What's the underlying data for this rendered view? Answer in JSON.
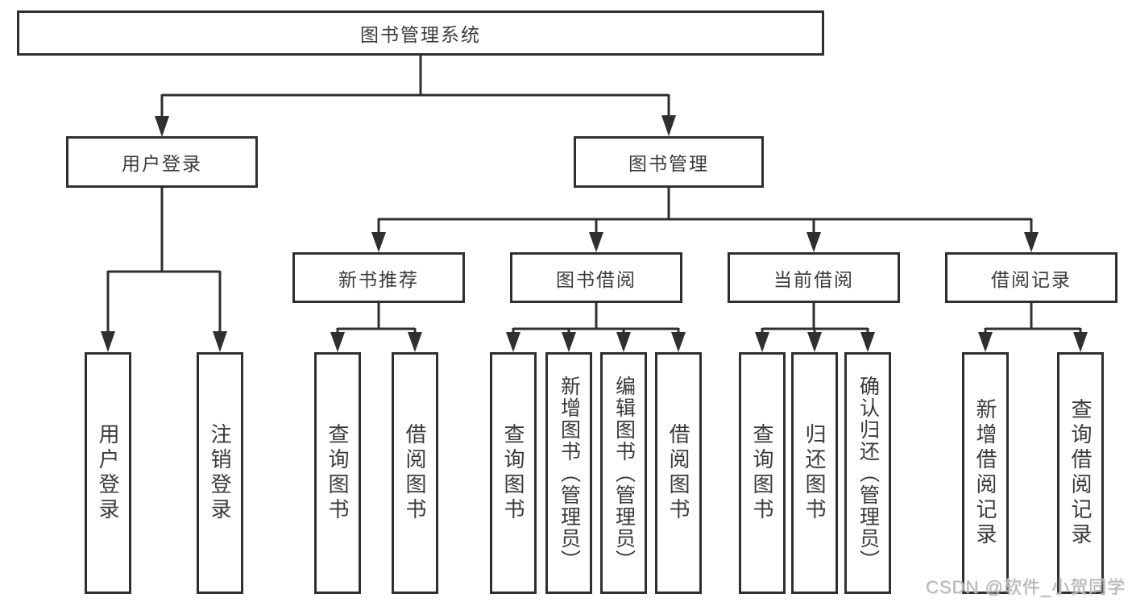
{
  "diagram": {
    "title": "图书管理系统",
    "tree": {
      "root": {
        "label": "图书管理系统",
        "children": [
          {
            "label": "用户登录",
            "children": [
              {
                "label": "用户登录"
              },
              {
                "label": "注销登录"
              }
            ]
          },
          {
            "label": "图书管理",
            "children": [
              {
                "label": "新书推荐",
                "children": [
                  {
                    "label": "查询图书"
                  },
                  {
                    "label": "借阅图书"
                  }
                ]
              },
              {
                "label": "图书借阅",
                "children": [
                  {
                    "label": "查询图书"
                  },
                  {
                    "label": "新增图书（管理员）"
                  },
                  {
                    "label": "编辑图书（管理员）"
                  },
                  {
                    "label": "借阅图书"
                  }
                ]
              },
              {
                "label": "当前借阅",
                "children": [
                  {
                    "label": "查询图书"
                  },
                  {
                    "label": "归还图书"
                  },
                  {
                    "label": "确认归还（管理员）"
                  }
                ]
              },
              {
                "label": "借阅记录",
                "children": [
                  {
                    "label": "新增借阅记录"
                  },
                  {
                    "label": "查询借阅记录"
                  }
                ]
              }
            ]
          }
        ]
      }
    },
    "watermark": "CSDN @软件_小贺同学",
    "colors": {
      "line": "#2f2f2f",
      "text": "#3a3a3a",
      "watermark": "#b5b5b5",
      "background": "#ffffff"
    }
  }
}
